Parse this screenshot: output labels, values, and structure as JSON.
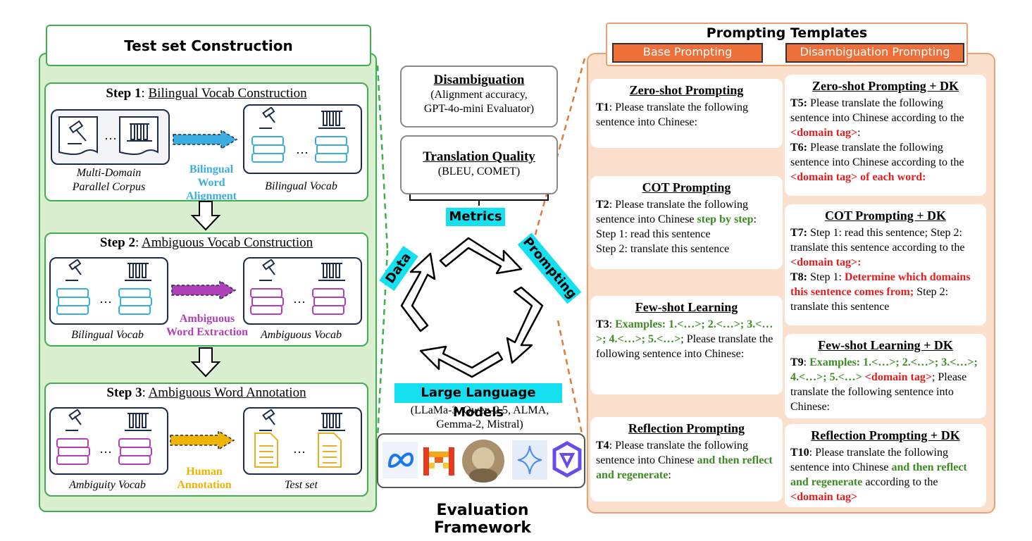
{
  "left": {
    "title": "Test set Construction",
    "step1": {
      "num": "Step 1",
      "sep": ": ",
      "name": "Bilingual Vocab Construction",
      "src_caption_1": "Multi-Domain",
      "src_caption_2": "Parallel Corpus",
      "arrow_label_1": "Bilingual",
      "arrow_label_2": "Word Alignment",
      "dst_caption": "Bilingual Vocab"
    },
    "step2": {
      "num": "Step 2",
      "sep": ": ",
      "name": "Ambiguous Vocab Construction",
      "src_caption": "Bilingual Vocab",
      "arrow_label_1": "Ambiguous",
      "arrow_label_2": "Word Extraction",
      "dst_caption": "Ambiguous Vocab"
    },
    "step3": {
      "num": "Step 3",
      "sep": ": ",
      "name": "Ambiguous Word Annotation",
      "src_caption": "Ambiguity Vocab",
      "arrow_label_1": "Human",
      "arrow_label_2": "Annotation",
      "dst_caption": "Test set"
    },
    "dots": "…"
  },
  "middle": {
    "disambiguation": {
      "title": "Disambiguation",
      "line1": "(Alignment accuracy,",
      "line2": "GPT-4o-mini Evaluator)"
    },
    "translation_quality": {
      "title": "Translation Quality",
      "line1": "(BLEU, COMET)"
    },
    "metrics_tag": "Metrics",
    "data_tag": "Data",
    "prompting_tag": "Prompting",
    "llm_tag": "Large Language Models",
    "llm_line1": "(LLaMa-3, Qwen-2.5, ALMA,",
    "llm_line2": "Gemma-2, Mistral)",
    "footer": "Evaluation Framework"
  },
  "right": {
    "title": "Prompting Templates",
    "tab_base": "Base Prompting",
    "tab_dis": "Disambiguation Prompting",
    "zero": {
      "title": "Zero-shot Prompting",
      "id": "T1",
      "text": ":  Please translate the following sentence into Chinese:"
    },
    "cot": {
      "title": "COT Prompting",
      "id": "T2",
      "text1": ": Please translate the following sentence into Chinese ",
      "hl": "step by step",
      "text2": ":",
      "line3": "Step 1: read this sentence",
      "line4": "Step 2: translate this sentence"
    },
    "few": {
      "title": "Few-shot Learning",
      "id": "T3",
      "sep": ": ",
      "hl": "Examples: 1.<…>; 2.<…>; 3.<…>; 4.<…>; 5.<…>",
      "text": "; Please translate the following sentence into Chinese:"
    },
    "refl": {
      "title": "Reflection Prompting",
      "id": "T4",
      "text1": ": Please translate the following sentence into Chinese ",
      "hl": "and then reflect and regenerate",
      "text2": ":"
    },
    "zero_dk": {
      "title": "Zero-shot Prompting + DK",
      "id5": "T5:",
      "t5": " Please translate the following sentence into Chinese according to the ",
      "t5_tag": "<domain tag>",
      "t5_end": ":",
      "id6": "T6:",
      "t6": " Please translate the following sentence into Chinese according to the ",
      "t6_tag": "<domain tag> of each word:"
    },
    "cot_dk": {
      "title": "COT Prompting + DK",
      "id7": "T7:",
      "t7": " Step 1: read this sentence; Step 2: translate this sentence according to the ",
      "t7_tag": "<domain tag>:",
      "id8": "T8:",
      "t8": " Step 1: ",
      "t8_hl": "Determine which domains this sentence comes from;",
      "t8_end": " Step 2: translate this sentence"
    },
    "few_dk": {
      "title": "Few-shot Learning + DK",
      "id9": "T9",
      "sep": ": ",
      "hl": "Examples: 1.<…>; 2.<…>; 3.<…>; 4.<…>; 5.<…>",
      "tag": " <domain tag>",
      "text": "; Please translate the following sentence into Chinese:"
    },
    "refl_dk": {
      "title": "Reflection Prompting + DK",
      "id10": "T10",
      "t10": ": Please translate the following sentence into Chinese ",
      "hl": "and then reflect and regenerate",
      "t10_mid": " according to the ",
      "tag": "<domain tag>"
    }
  },
  "colors": {
    "green_panel": "#d9efd0",
    "green_border": "#3eae4e",
    "orange_panel": "#fbe0cd",
    "orange_tab": "#ee6f3a",
    "cyan_tag": "#14e0f0",
    "highlight_red": "#e02020",
    "highlight_green": "#3c8c22",
    "blue_arrow": "#3aaee0",
    "purple_arrow": "#b040b8",
    "yellow_arrow": "#f0b400"
  }
}
